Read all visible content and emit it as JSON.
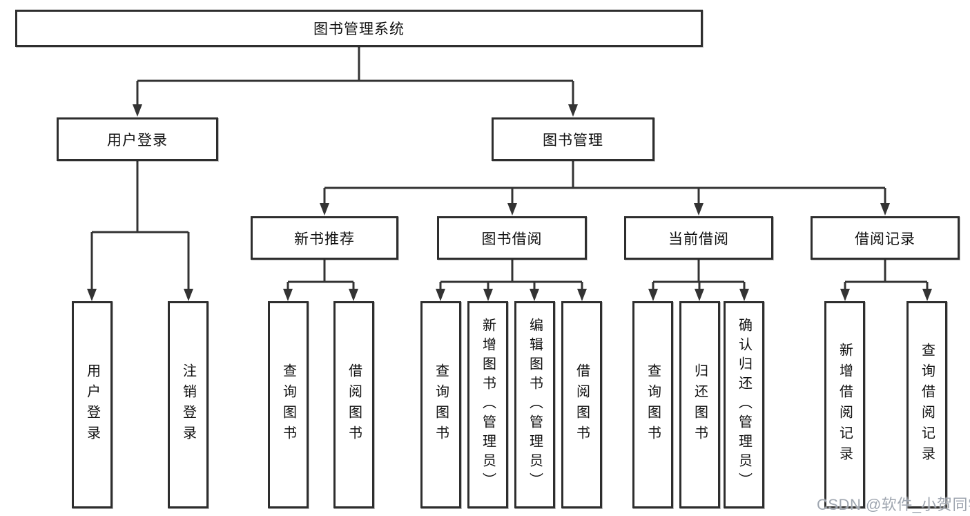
{
  "diagram": {
    "root": "图书管理系统",
    "branches": [
      {
        "label": "用户登录",
        "children": [
          "用户登录",
          "注销登录"
        ]
      },
      {
        "label": "图书管理",
        "children": [
          {
            "label": "新书推荐",
            "children": [
              "查询图书",
              "借阅图书"
            ]
          },
          {
            "label": "图书借阅",
            "children": [
              "查询图书",
              "新增图书（管理员）",
              "编辑图书（管理员）",
              "借阅图书"
            ]
          },
          {
            "label": "当前借阅",
            "children": [
              "查询图书",
              "归还图书",
              "确认归还（管理员）"
            ]
          },
          {
            "label": "借阅记录",
            "children": [
              "新增借阅记录",
              "查询借阅记录"
            ]
          }
        ]
      }
    ],
    "colors": {
      "line": "#333333",
      "box_border": "#2e2e2e",
      "text": "#111111",
      "background": "#ffffff",
      "watermark": "#9aa1ac"
    }
  },
  "watermark": "CSDN @软件_小贺同学"
}
